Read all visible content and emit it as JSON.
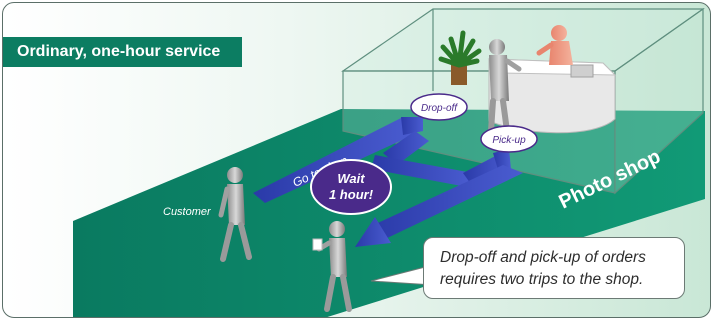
{
  "title": "Ordinary, one-hour service",
  "labels": {
    "drop_off": "Drop-off",
    "pick_up": "Pick-up",
    "go_to_shop": "Go to shop",
    "customer": "Customer",
    "wait_line1": "Wait",
    "wait_line2": "1 hour!",
    "photo_shop": "Photo shop"
  },
  "note": {
    "line1": "Drop-off and pick-up of orders",
    "line2": "requires two trips to the shop."
  },
  "colors": {
    "floor": "#0c8a6a",
    "arrow": "#2e3fb5",
    "badge": "#4a2a8a",
    "accent": "#0c7d62"
  }
}
